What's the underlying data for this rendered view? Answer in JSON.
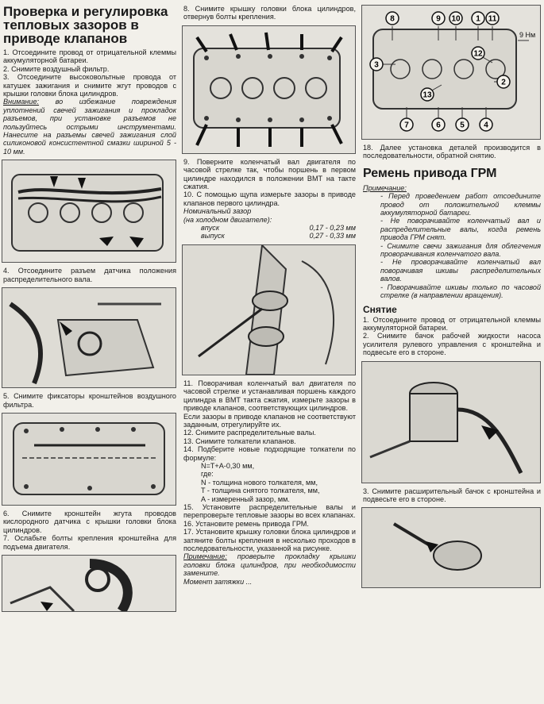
{
  "col1": {
    "title": "Проверка и регулировка тепловых зазоров в приводе клапанов",
    "step1": "1. Отсоедините провод от отрицатель­ной клеммы аккумуляторной батареи.",
    "step2": "2. Снимите воздушный фильтр.",
    "step3": "3. Отсоедините высоковольтные про­вода от катушек зажигания и снимите жгут проводов с крышки головки блока цилиндров.",
    "note_label": "Внимание:",
    "note_text": " во избежание повреждения уплотнений свечей зажигания и про­кладок разъемов, при установке разъемов не пользуйтесь острыми инструментами. Нанесите на разъ­емы свечей зажигания слой силиконо­вой консистентной смазки шириной 5 - 10 мм.",
    "step4": "4. Отсоедините разъем датчика поло­жения распределительного вала.",
    "step5": "5. Снимите фиксаторы кронштейнов воздушного фильтра.",
    "step6": "6. Снимите кронштейн жгута проводов кислородного датчика с крышки голов­ки блока цилиндров.",
    "step7": "7. Ослабьте болты крепления крон­штейна для подъема двигателя."
  },
  "col2": {
    "step8": "8. Снимите крышку головки блока ци­линдров, отвернув болты крепления.",
    "step9": "9. Поверните коленчатый вал двига­теля по часовой стрелке так, чтобы поршень в первом цилиндре нахо­дился в положении ВМТ на такте сжатия.",
    "step10": "10. С помощью щупа измерьте зазоры в приводе клапанов первого цилиндра.",
    "spec_title": "Номинальный зазор",
    "spec_sub": "(на холодном двигателе):",
    "spec_intake_label": "впуск",
    "spec_intake_value": "0,17 - 0,23 мм",
    "spec_exhaust_label": "выпуск",
    "spec_exhaust_value": "0,27 - 0,33 мм",
    "step11": "11. Поворачивая коленчатый вал двигателя по часовой стрелке и уста­навливая поршень каждого цилиндра в ВМТ такта сжатия, измерьте зазоры в приводе клапанов, соответствую­щих цилиндров.",
    "step11b": "Если зазоры в приводе клапанов не соответствуют заданным, отрегули­руйте их.",
    "step12": "12. Снимите распределительные валы.",
    "step13": "13. Снимите толкатели клапанов.",
    "step14": "14. Подберите новые подходящие толкатели по формуле:",
    "formula": "N=T+A-0,30 мм,",
    "where": "где:",
    "var_n": "N - толщина нового толкателя, мм,",
    "var_t": "T - толщина снятого толкателя, мм,",
    "var_a": "A - измеренный зазор, мм.",
    "step15": "15. Установите распределительные ва­лы и перепроверьте тепловые зазоры во всех клапанах.",
    "step16": "16. Установите ремень привода ГРМ.",
    "step17": "17. Установите крышку головки блока цилиндров и затяните болты крепления в несколько проходов в последователь­ности, указанной на рисунке.",
    "note2_label": "Примечание:",
    "note2_text": " проверьте прокладку крышки головки блока цилиндров, при необходимости замените.",
    "cut_line": "Момент затяжки ..."
  },
  "col3": {
    "torque_label": "9 Нм",
    "bolt_numbers": [
      "8",
      "9",
      "10",
      "1",
      "11",
      "3",
      "12",
      "2",
      "13",
      "7",
      "6",
      "5",
      "4"
    ],
    "step18": "18. Далее установка деталей произво­дится в последовательности, обрат­ной снятию.",
    "title2": "Ремень привода ГРМ",
    "note_label": "Примечание:",
    "notes": [
      "- Перед проведением работ отсо­едините провод от положитель­ной клеммы аккумуляторной ба­тареи.",
      "- Не поворачивайте коленчатый вал и распределительные валы, когда ремень привода ГРМ снят.",
      "- Снимите свечи зажигания для об­легчения проворачивания коленча­того вала.",
      "- Не проворачивайте коленчатый вал поворачивая шкивы распреде­лительных валов.",
      "- Поворачивайте шкивы только по часовой стрелке (в направлении вращения)."
    ],
    "sub_removal": "Снятие",
    "r1": "1. Отсоедините провод от отрица­тельной клеммы аккумуляторной ба­тареи.",
    "r2": "2. Снимите бачок рабочей жидкости насоса усилителя рулевого управле­ния с кронштейна и подвесьте его в стороне.",
    "r3": "3. Снимите расширительный бачок с кронштейна и подвесьте его в стороне."
  }
}
